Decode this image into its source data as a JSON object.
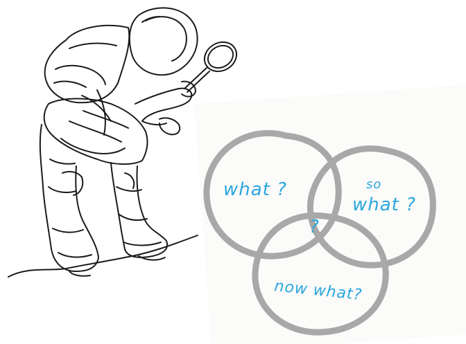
{
  "diagram": {
    "circle_top_left_label": "what ?",
    "circle_right_label_line1": "so",
    "circle_right_label_line2": "what ?",
    "circle_bottom_label": "now what?",
    "center_label": "?",
    "circle_stroke_color": "#9a9a9a",
    "label_color": "#2aa6dc"
  },
  "illustration": {
    "subject": "astronaut with magnifying glass",
    "line_color": "#1a1a1a"
  }
}
